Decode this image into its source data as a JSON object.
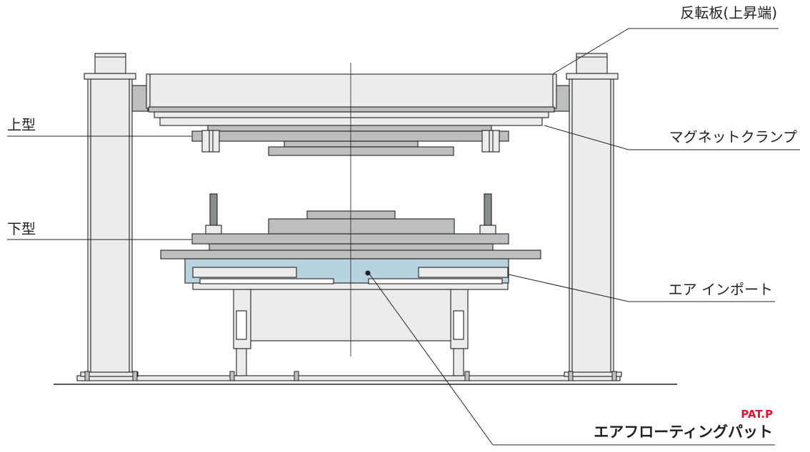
{
  "diagram": {
    "labels": {
      "flip_plate": "反転板(上昇端)",
      "upper_die": "上型",
      "magnet_clamp": "マグネットクランプ",
      "lower_die": "下型",
      "air_import": "エア インポート",
      "patent": "PAT.P",
      "air_floating_pad": "エアフローティングパット"
    },
    "colors": {
      "steel": "#bcbec0",
      "frame": "#ececec",
      "air_pad": "#b8d3e0",
      "line": "#231f20",
      "patent": "#e8102e"
    }
  }
}
